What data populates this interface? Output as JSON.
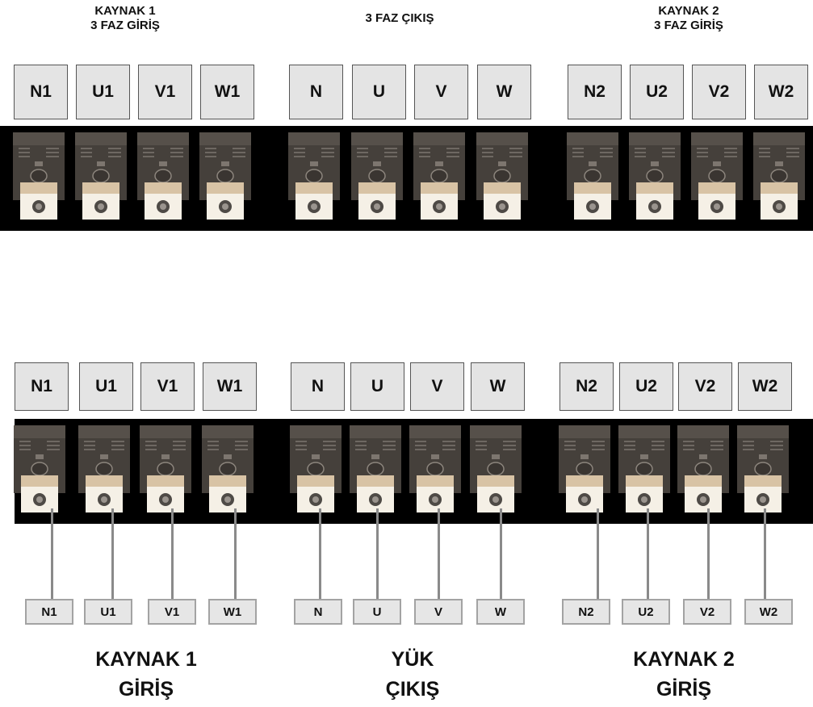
{
  "top_headers": {
    "source1": [
      "KAYNAK 1",
      "3 FAZ GİRİŞ"
    ],
    "output": [
      "3 FAZ ÇIKIŞ"
    ],
    "source2": [
      "KAYNAK 2",
      "3 FAZ GİRİŞ"
    ]
  },
  "terminal_labels": [
    "N1",
    "U1",
    "V1",
    "W1",
    "N",
    "U",
    "V",
    "W",
    "N2",
    "U2",
    "V2",
    "W2"
  ],
  "wire_labels": [
    "N1",
    "U1",
    "V1",
    "W1",
    "N",
    "U",
    "V",
    "W",
    "N2",
    "U2",
    "V2",
    "W2"
  ],
  "bottom_groups": {
    "source1": [
      "KAYNAK 1",
      "GİRİŞ"
    ],
    "load": [
      "YÜK",
      "ÇIKIŞ"
    ],
    "source2": [
      "KAYNAK 2",
      "GİRİŞ"
    ]
  },
  "colors": {
    "strip": "#000000",
    "terminal_body": "#45403b",
    "screw_plate": "#f5f0e6",
    "label_fill": "#e4e4e4",
    "wire": "#8a8a8a"
  }
}
